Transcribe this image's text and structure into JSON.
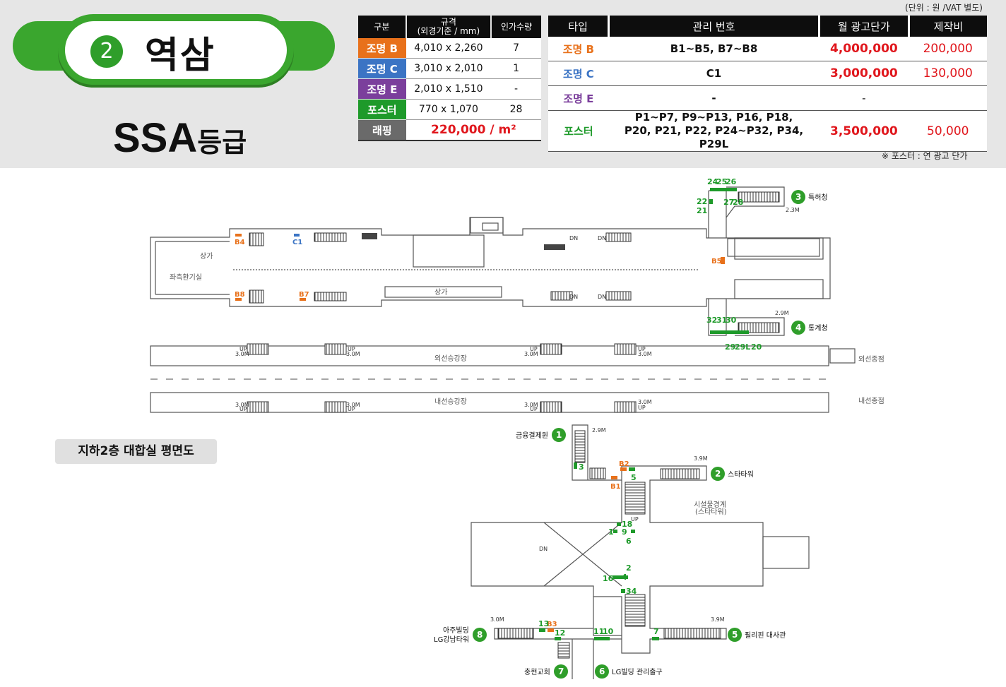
{
  "header": {
    "line_number": "2",
    "station": "역삼",
    "grade_main": "SSA",
    "grade_suffix": "등급",
    "unit_note": "(단위 : 원 /VAT 별도)",
    "footnote": "※ 포스터 : 연 광고 단가"
  },
  "colors": {
    "orange": "#e8711b",
    "blue": "#3b74c4",
    "purple": "#7b3f9c",
    "green": "#1e9a2a",
    "gray": "#6a6a6a",
    "red": "#e0161c",
    "line_green": "#3aa62e"
  },
  "spec_table": {
    "headers": [
      "구분",
      "규격",
      "(외경기준 / mm)",
      "인가수량"
    ],
    "rows": [
      {
        "type": "조명 B",
        "size": "4,010 x 2,260",
        "qty": "7",
        "color": "#e8711b"
      },
      {
        "type": "조명 C",
        "size": "3,010 x 2,010",
        "qty": "1",
        "color": "#3b74c4"
      },
      {
        "type": "조명 E",
        "size": "2,010 x 1,510",
        "qty": "-",
        "color": "#7b3f9c"
      },
      {
        "type": "포스터",
        "size": "770 x 1,070",
        "qty": "28",
        "color": "#1e9a2a"
      }
    ],
    "wrap": {
      "type": "래핑",
      "price": "220,000 / m²",
      "color": "#6a6a6a"
    }
  },
  "price_table": {
    "headers": [
      "타입",
      "관리 번호",
      "월 광고단가",
      "제작비"
    ],
    "rows": [
      {
        "type": "조명 B",
        "mgmt": "B1~B5, B7~B8",
        "mgmt2": "",
        "rate": "4,000,000",
        "cost": "200,000",
        "color": "#e8711b"
      },
      {
        "type": "조명 C",
        "mgmt": "C1",
        "mgmt2": "",
        "rate": "3,000,000",
        "cost": "130,000",
        "color": "#3b74c4"
      },
      {
        "type": "조명 E",
        "mgmt": "-",
        "mgmt2": "",
        "rate": "-",
        "cost": "",
        "color": "#7b3f9c"
      },
      {
        "type": "포스터",
        "mgmt": "P1~P7, P9~P13, P16, P18,",
        "mgmt2": "P20, P21, P22, P24~P32, P34, P29L",
        "rate": "3,500,000",
        "cost": "50,000",
        "color": "#1e9a2a"
      }
    ]
  },
  "floor_label": "지하2층 대합실 평면도",
  "plan": {
    "areas": {
      "shop1": "상가",
      "vent": "좌측환기실",
      "shop2": "상가",
      "outer_platform": "외선승강장",
      "inner_platform": "내선승강장",
      "outer_terminal": "외선종점",
      "inner_terminal": "내선종점",
      "shop_boundary": "시설물경계",
      "shop_boundary2": "(스타타워)"
    },
    "exits": [
      {
        "num": "1",
        "name": "금융결제원"
      },
      {
        "num": "2",
        "name": "스타타워"
      },
      {
        "num": "3",
        "name": "특허청"
      },
      {
        "num": "4",
        "name": "통계청"
      },
      {
        "num": "5",
        "name": "필리핀 대사관"
      },
      {
        "num": "6",
        "name": "LG빌딩 관리출구"
      },
      {
        "num": "7",
        "name": "충현교회"
      },
      {
        "num": "8",
        "name": "아주빌딩",
        "name2": "LG강남타워"
      }
    ],
    "heights": {
      "h1": "2.3M",
      "h2": "2.9M",
      "h3": "3.0M",
      "h4": "3.9M"
    },
    "stairs": {
      "up": "UP",
      "dn": "DN"
    },
    "markers": {
      "orange": [
        "B4",
        "B8",
        "B7",
        "B5",
        "B2",
        "B1",
        "B3"
      ],
      "blue": [
        "C1"
      ],
      "green": [
        "24",
        "25",
        "26",
        "22",
        "21",
        "27",
        "28",
        "32",
        "31",
        "30",
        "29",
        "29L",
        "20",
        "3",
        "5",
        "18",
        "1",
        "9",
        "6",
        "2",
        "16",
        "4",
        "34",
        "13",
        "12",
        "11",
        "10",
        "7"
      ]
    }
  }
}
